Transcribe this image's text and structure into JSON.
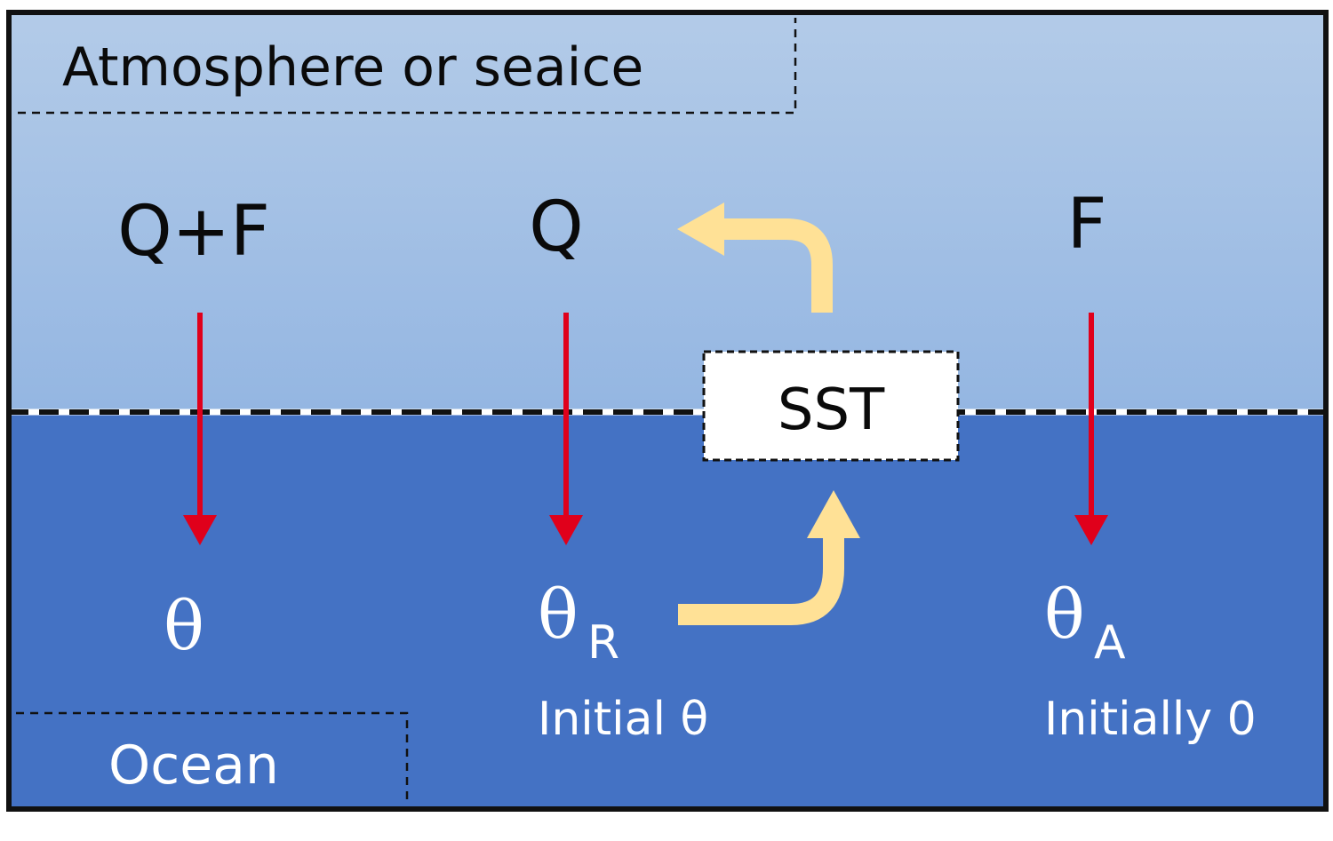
{
  "regions": {
    "upper_label": "Atmosphere or seaice",
    "lower_label": "Ocean",
    "interface_label": "SST"
  },
  "columns": [
    {
      "flux": "Q+F",
      "variable": "θ",
      "subscript": "",
      "note": ""
    },
    {
      "flux": "Q",
      "variable": "θ",
      "subscript": "R",
      "note": "Initial θ"
    },
    {
      "flux": "F",
      "variable": "θ",
      "subscript": "A",
      "note": "Initially 0"
    }
  ],
  "colors": {
    "atmosphere_top": "#b3cbe8",
    "atmosphere_bottom": "#94b6e2",
    "ocean": "#4472c4",
    "flux_arrow": "#e0001b",
    "feedback_arrow": "#ffe196",
    "border": "#111111"
  }
}
